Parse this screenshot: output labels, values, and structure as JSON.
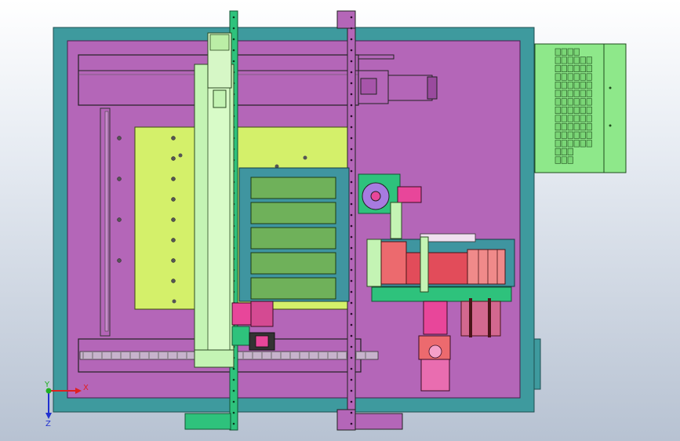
{
  "triad": {
    "x_label": "X",
    "y_label": "Y",
    "z_label": "Z",
    "x_color": "#e02020",
    "y_color": "#20b020",
    "z_color": "#2030d0"
  },
  "palette": {
    "background_top": "#ffffff",
    "background_bottom": "#b7c2d2",
    "base_frame": "#3e9a9e",
    "plate": "#b466b8",
    "worktable": "#d4f06a",
    "tray": "#3f95a0",
    "tray_slot": "#6fb15a",
    "gantry": "#c4f4b4",
    "rail": "#2ec27c",
    "actuator": "#e8469a",
    "roller": "#ec6a6e",
    "keyboard": "#8ee88a",
    "motor": "#e96db0"
  },
  "tray_slot_count": 5,
  "table_hole_count": 16
}
